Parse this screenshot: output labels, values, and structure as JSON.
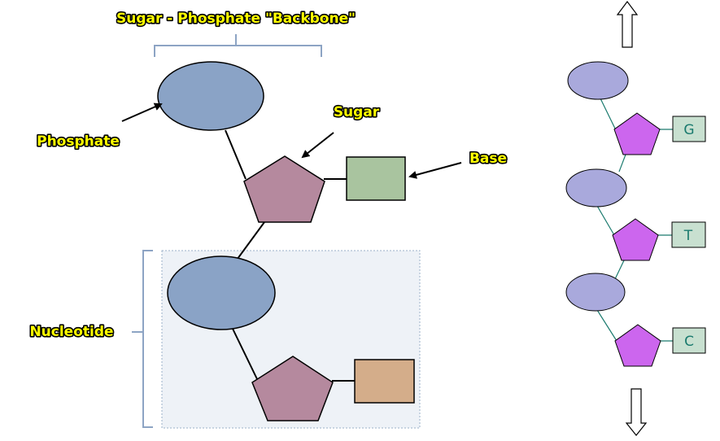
{
  "labels": {
    "backbone": "Sugar - Phosphate \"Backbone\"",
    "phosphate": "Phosphate",
    "sugar": "Sugar",
    "base": "Base",
    "nucleotide": "Nucleotide"
  },
  "strand": {
    "bases": [
      "G",
      "T",
      "C"
    ]
  },
  "colors": {
    "label_fill": "#ffff00",
    "phosphate": "#8aa3c6",
    "sugar": "#b5899e",
    "base": "#a9c49f",
    "base_nucleotide": "#d4ad8a",
    "strand_phosphate": "#a9a9dc",
    "strand_sugar": "#cc66ee",
    "strand_base": "#c8e0d0",
    "strand_letter": "#1a7a6e",
    "nucleotide_box": "#eef2f7"
  }
}
